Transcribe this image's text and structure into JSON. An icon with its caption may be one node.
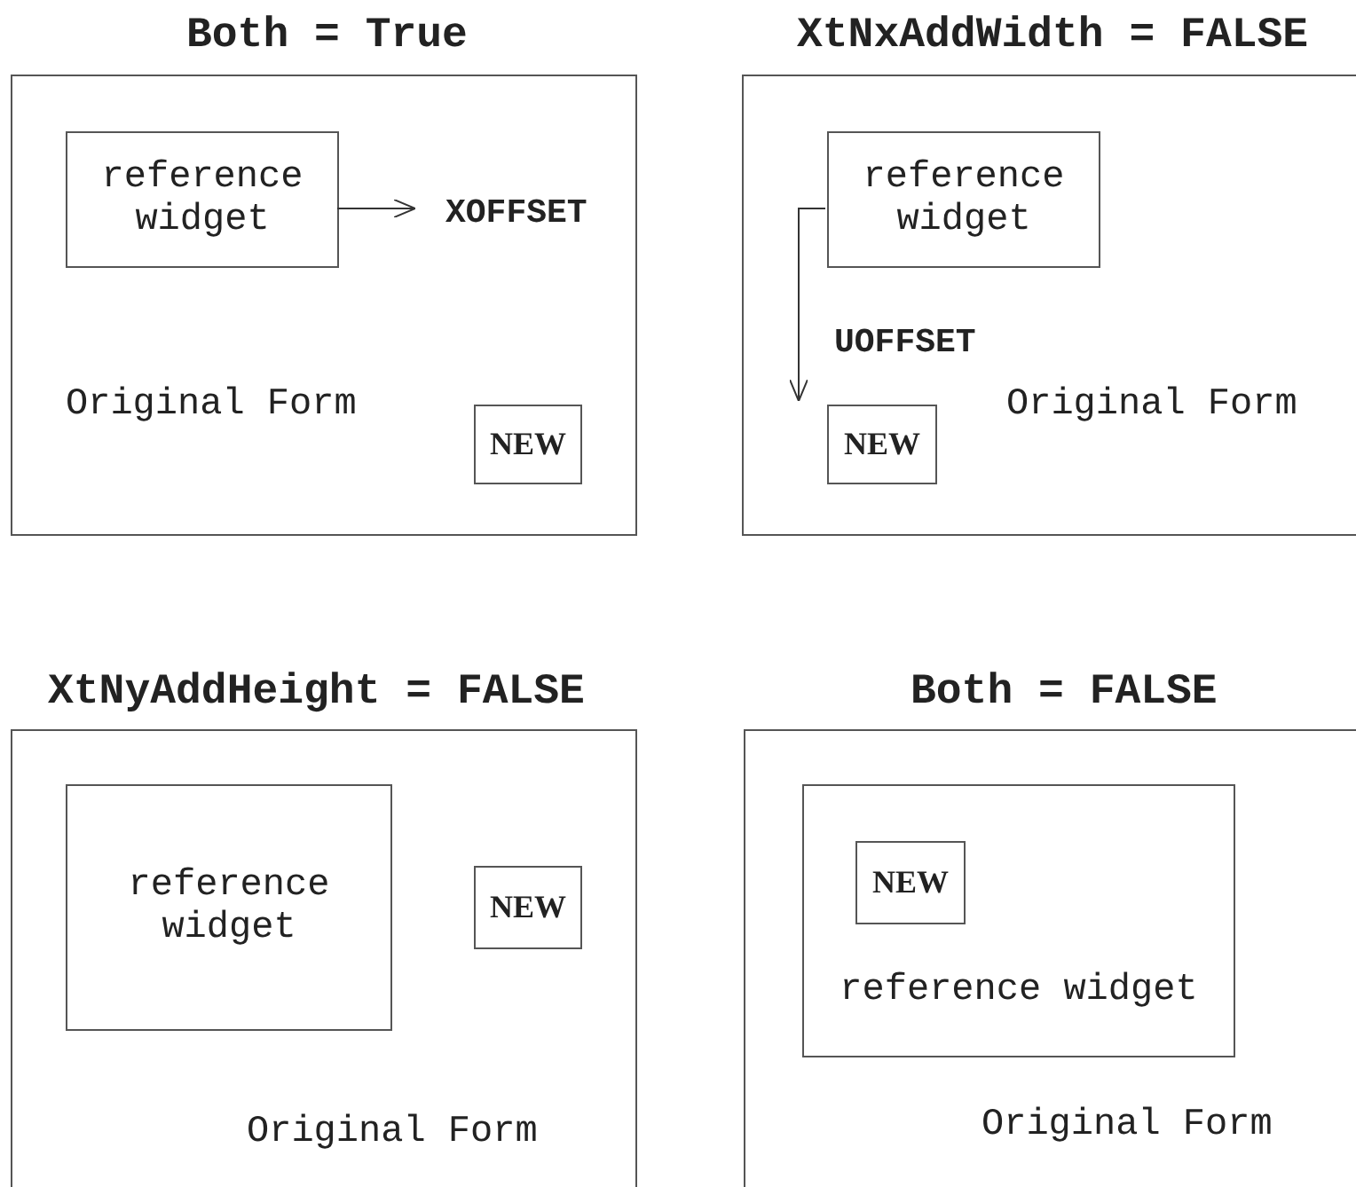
{
  "diagram": {
    "nodes": [
      {
        "text": [
          "Both = True",
          "Original Form"
        ]
      },
      {
        "text": [
          "reference widget"
        ],
        "in": 0
      },
      {
        "text": [
          "XOFFSET"
        ],
        "in": 0
      },
      {
        "text": [
          "NEW"
        ],
        "in": 0
      },
      {
        "text": [
          "XtNxAddWidth = FALSE",
          "Original Form"
        ]
      },
      {
        "text": [
          "reference widget"
        ],
        "in": 4
      },
      {
        "text": [
          "NEW"
        ],
        "in": 4
      },
      {
        "text": [
          "XtNyAddHeight = FALSE",
          "Original Form"
        ]
      },
      {
        "text": [
          "reference widget"
        ],
        "in": 7
      },
      {
        "text": [
          "NEW"
        ],
        "in": 7
      },
      {
        "text": [
          "Both = FALSE",
          "Original Form"
        ]
      },
      {
        "text": [
          "reference widget"
        ],
        "in": 10
      },
      {
        "text": [
          "NEW"
        ],
        "in": 11
      }
    ],
    "edges": [
      {
        "from": 1,
        "to": 2,
        "arrow": "to"
      },
      {
        "from": 5,
        "to": 6,
        "arrow": "to",
        "label": "UOFFSET"
      }
    ]
  }
}
